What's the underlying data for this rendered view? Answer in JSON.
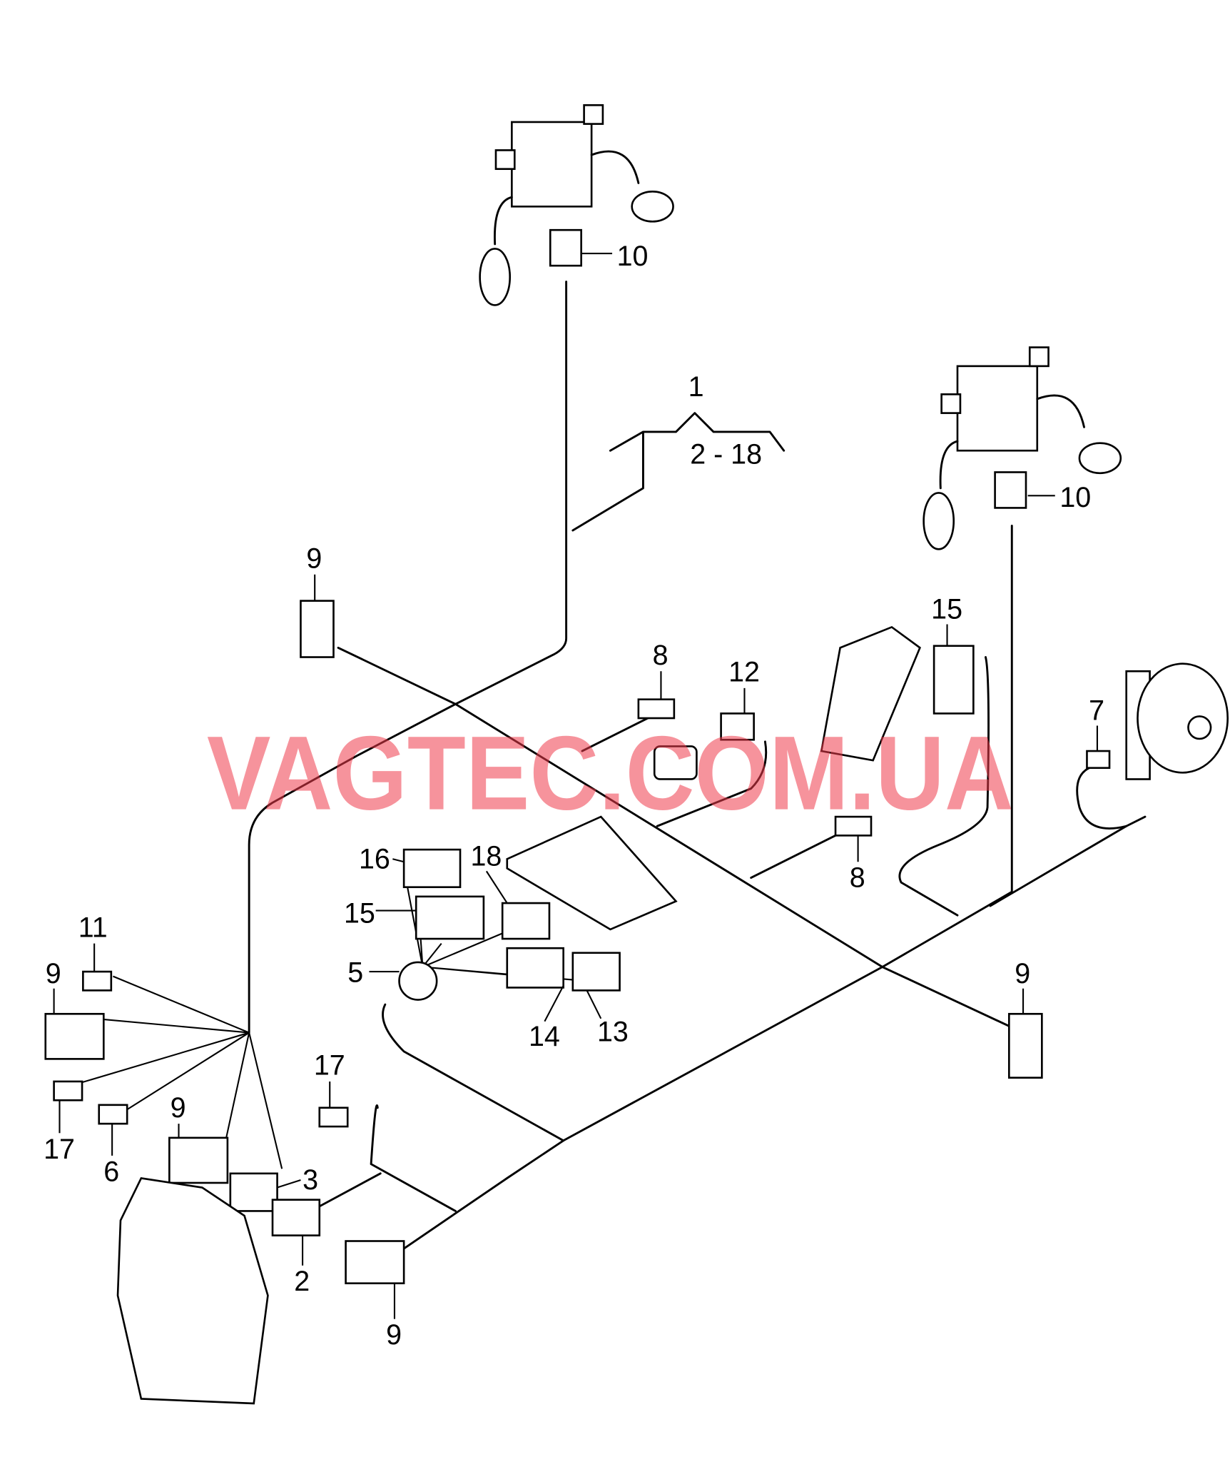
{
  "watermark": "VAGTEC.COM.UA",
  "group_label": {
    "main": "1",
    "range": "2 - 18"
  },
  "callouts": [
    {
      "id": "c10a",
      "text": "10"
    },
    {
      "id": "c10b",
      "text": "10"
    },
    {
      "id": "c9a",
      "text": "9"
    },
    {
      "id": "c8a",
      "text": "8"
    },
    {
      "id": "c12",
      "text": "12"
    },
    {
      "id": "c15a",
      "text": "15"
    },
    {
      "id": "c7",
      "text": "7"
    },
    {
      "id": "c16",
      "text": "16"
    },
    {
      "id": "c18",
      "text": "18"
    },
    {
      "id": "c15b",
      "text": "15"
    },
    {
      "id": "c8b",
      "text": "8"
    },
    {
      "id": "c11",
      "text": "11"
    },
    {
      "id": "c9b",
      "text": "9"
    },
    {
      "id": "c5",
      "text": "5"
    },
    {
      "id": "c9c",
      "text": "9"
    },
    {
      "id": "c14",
      "text": "14"
    },
    {
      "id": "c13",
      "text": "13"
    },
    {
      "id": "c17a",
      "text": "17"
    },
    {
      "id": "c9d",
      "text": "9"
    },
    {
      "id": "c17b",
      "text": "17"
    },
    {
      "id": "c6",
      "text": "6"
    },
    {
      "id": "c3",
      "text": "3"
    },
    {
      "id": "c2",
      "text": "2"
    },
    {
      "id": "c9e",
      "text": "9"
    }
  ]
}
